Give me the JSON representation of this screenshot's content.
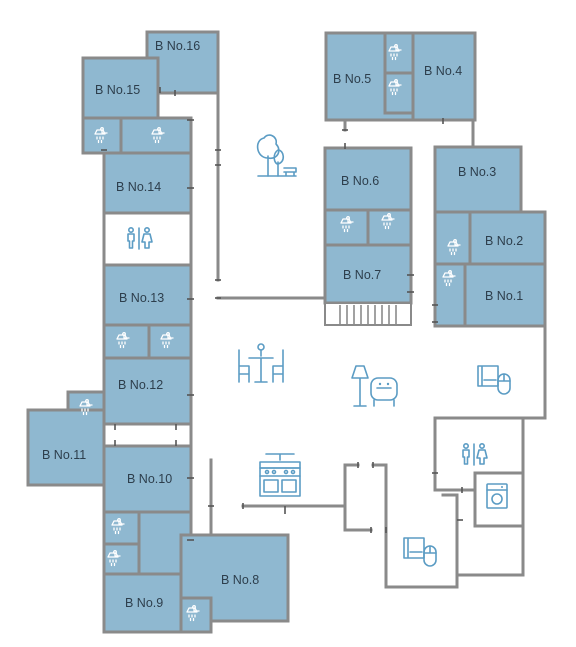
{
  "rooms": {
    "b1": "B No.1",
    "b2": "B No.2",
    "b3": "B No.3",
    "b4": "B No.4",
    "b5": "B No.5",
    "b6": "B No.6",
    "b7": "B No.7",
    "b8": "B No.8",
    "b9": "B No.9",
    "b10": "B No.10",
    "b11": "B No.11",
    "b12": "B No.12",
    "b13": "B No.13",
    "b14": "B No.14",
    "b15": "B No.15",
    "b16": "B No.16"
  },
  "icons": {
    "shower": "shower-icon",
    "restroom": "restroom-icon",
    "garden": "tree-bench-icon",
    "dining": "dining-table-icon",
    "lounge": "armchair-lamp-icon",
    "kitchen": "stove-icon",
    "library": "book-mouse-icon",
    "laundry": "washing-machine-icon"
  },
  "colors": {
    "room_fill": "#8fb8d0",
    "wall": "#8a8a8a",
    "icon": "#5b9cc4"
  }
}
